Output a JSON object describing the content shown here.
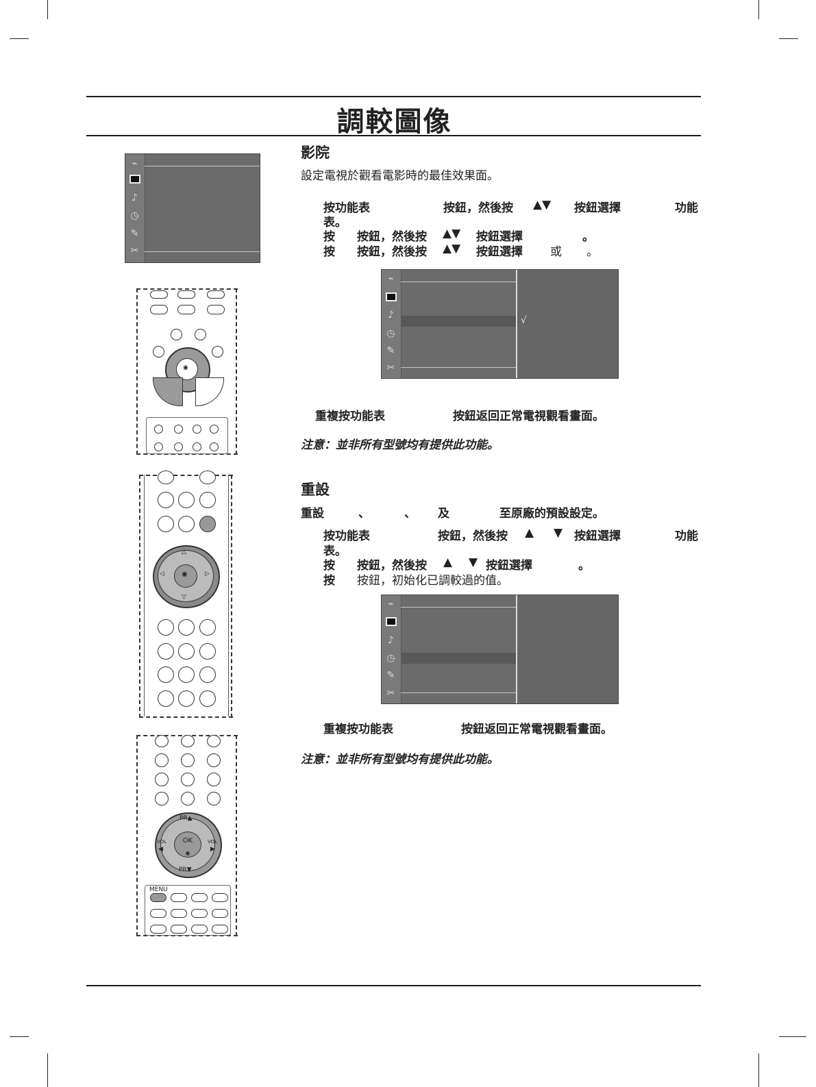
{
  "page": {
    "title": "調較圖像"
  },
  "section1": {
    "heading": "影院",
    "intro": "設定電視於觀看電影時的最佳效果面。",
    "step1_a": "按功能表",
    "step1_b": "按鈕，然後按",
    "step1_c": "▲▼",
    "step1_d": "按鈕選擇",
    "step1_e": "功能",
    "step1_f": "表。",
    "step2_a": "按",
    "step2_b": "按鈕，然後按",
    "step2_c": "▲▼",
    "step2_d": "按鈕選擇",
    "step2_e": "。",
    "step3_a": "按",
    "step3_b": "按鈕，然後按",
    "step3_c": "▲▼",
    "step3_d": "按鈕選擇",
    "step3_e": "或",
    "step3_f": "。",
    "osd_check": "√",
    "return_a": "重複按功能表",
    "return_b": "按鈕返回正常電視觀看畫面。",
    "note": "注意：並非所有型號均有提供此功能。"
  },
  "section2": {
    "heading": "重設",
    "intro_a": "重設",
    "intro_b": "、",
    "intro_c": "、",
    "intro_d": "及",
    "intro_e": "至原廠的預設設定。",
    "step1_a": "按功能表",
    "step1_b": "按鈕，然後按",
    "step1_c": "▲",
    "step1_d": "▼",
    "step1_e": "按鈕選擇",
    "step1_f": "功能",
    "step1_g": "表。",
    "step2_a": "按",
    "step2_b": "按鈕，然後按",
    "step2_c": "▲",
    "step2_d": "▼",
    "step2_e": "按鈕選擇",
    "step2_f": "。",
    "step3_a": "按",
    "step3_b": "按鈕，初始化已調較過的值。",
    "return_a": "重複按功能表",
    "return_b": "按鈕返回正常電視觀看畫面。",
    "note": "注意：並非所有型號均有提供此功能。"
  },
  "remote_labels": {
    "menu": "MENU",
    "ok": "OK",
    "pr_up": "PR▲",
    "pr_down": "PR▼",
    "vol_left": "VOL",
    "vol_right": "VOL"
  },
  "icons": [
    "satellite-dish-icon",
    "picture-icon",
    "speaker-icon",
    "clock-icon",
    "wrench-icon",
    "input-plug-icon"
  ]
}
